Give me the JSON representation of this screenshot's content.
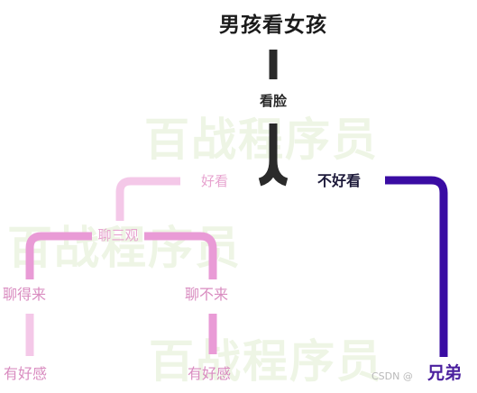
{
  "diagram": {
    "title": "男孩看女孩",
    "nodes": {
      "face": "看脸",
      "pretty": "好看",
      "not_pretty": "不好看",
      "values_talk": "聊三观",
      "get_along": "聊得来",
      "not_get_along": "聊不来",
      "left_result": "有好感",
      "right_result": "有好感",
      "brother": "兄弟"
    },
    "edges": [
      {
        "from": "title",
        "to": "face"
      },
      {
        "from": "face",
        "to": "pretty"
      },
      {
        "from": "face",
        "to": "not_pretty"
      },
      {
        "from": "pretty",
        "to": "values_talk"
      },
      {
        "from": "values_talk",
        "to": "get_along"
      },
      {
        "from": "values_talk",
        "to": "not_get_along"
      },
      {
        "from": "get_along",
        "to": "left_result"
      },
      {
        "from": "not_get_along",
        "to": "right_result"
      },
      {
        "from": "not_pretty",
        "to": "brother"
      }
    ],
    "colors": {
      "trunk": "#2a2a2a",
      "pink_dark": "#e99bd6",
      "pink_light": "#f4c8e8",
      "purple": "#3a0ca3"
    }
  },
  "watermark": {
    "text": "百战程序员"
  },
  "credit": {
    "text": "CSDN @"
  }
}
